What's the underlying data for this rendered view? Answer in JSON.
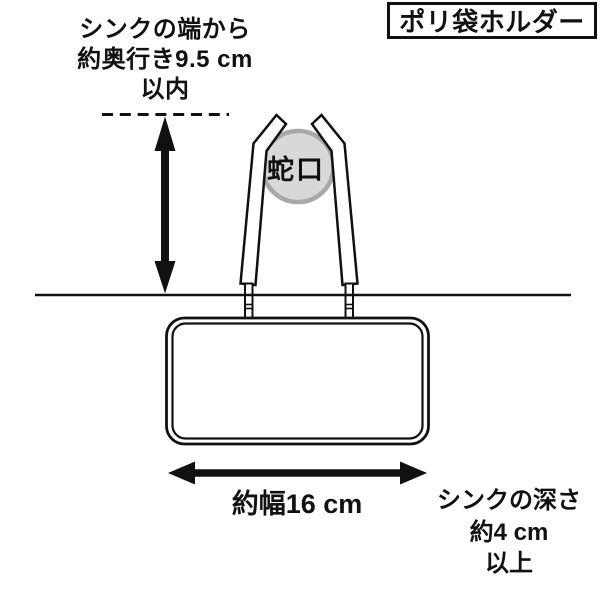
{
  "title": "ポリ袋ホルダー",
  "labels": {
    "faucet": "蛇口",
    "width": "約幅16 cm"
  },
  "notes": {
    "top": {
      "line1": "シンクの端から",
      "line2": "約奥行き9.5 cm",
      "line3": "以内"
    },
    "depth": {
      "line1": "シンクの深さ",
      "line2": "約4 cm",
      "line3": "以上"
    }
  },
  "colors": {
    "line": "#111111",
    "background": "#ffffff",
    "faucet_fill": "#d8d8d8",
    "faucet_stroke": "#a8a8a8"
  }
}
